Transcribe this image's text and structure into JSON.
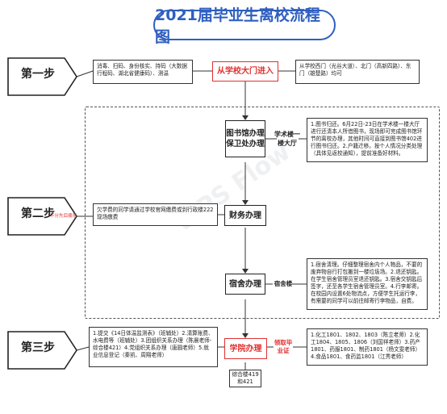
{
  "title": "2021届毕业生离校流程图",
  "steps": {
    "step1": "第一步",
    "step2": "第二步",
    "step3": "第三步",
    "step2_note": "不分先后顺序"
  },
  "row1": {
    "left_text": "消毒、扫码、身份核实、持码（大数据行程码、湖北省健康码）、测温",
    "center": "从学校大门进入",
    "right_text": "从学校西门（光谷大道）、北门（高新四路）、东门（雄楚路）均可"
  },
  "library": {
    "center": "图书馆办理保卫处办理",
    "side": "学术楼一楼大厅",
    "details": "1.图书归还。6月22日-23日在学术楼一楼大厅进行还清本人所借图书，现场即可完成图书馆环节的离校办理，其他时间可直接到图书馆402进行图书归还。2.户籍迁移。按个人情况分类处理（具体见返校通知），提前准备好材料。"
  },
  "finance": {
    "center": "财务办理",
    "left_text": "欠学费的同学请通过学校官网缴费或到行政楼222现场缴费"
  },
  "dorm": {
    "center": "宿舍办理",
    "side": "宿舍楼",
    "details": "1.宿舍清理。仔细整理宿舍内个人物品，不要的废弃物自行打包搬到一楼垃圾场。2.退还钥匙。在学生宿舍管理员室退还钥匙。3.宿舍交钥匙后签字，还至各学生宿舍管理员室。4.行李邮寄。在校园内设置6处物流点，方便学生托运行李，有需要的同学可以前往邮寄行李物品，自费。"
  },
  "college": {
    "center": "学院办理",
    "below": "综合楼419和421",
    "red_label": "领取毕业证",
    "left_text": "1.提交《14日体温监测表》（班辅处）2.清算账费、水电费等（班辅处）3.团组织关系办理（陈晨老师-综合楼421）4.党组织关系办理（唐圆老师）5.就业信息登记（秦凯、周翔老师）",
    "right_text": "1.化工1801、1802、1803（陈立老师）2.化工1804、1805、1806（刘国祥老师）3.药产1801、药服1801、制药1801（杨文雯老师）4.食品1801、食药监1801（江秀老师）"
  },
  "watermark": "WPS Flow",
  "colors": {
    "accent_blue": "#2f5fc0",
    "red": "#e03030"
  }
}
